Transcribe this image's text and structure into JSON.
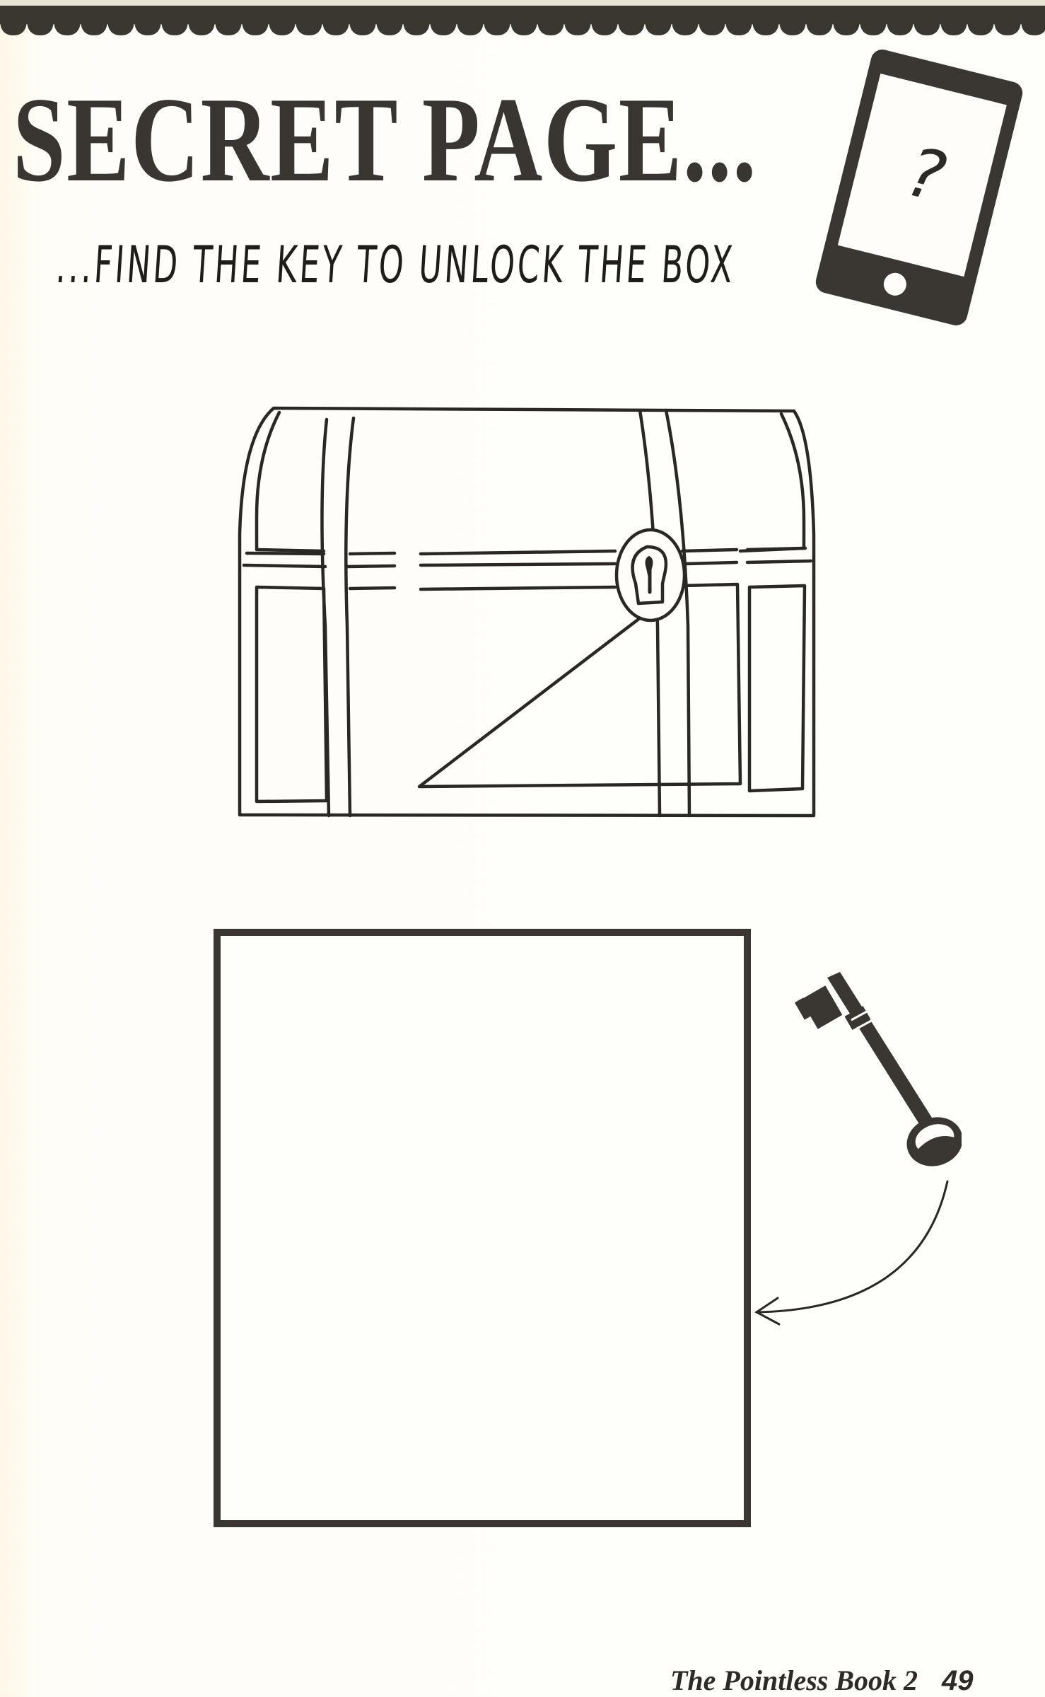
{
  "page": {
    "title": "SECRET PAGE...",
    "subtitle": "...FIND THE KEY TO UNLOCK THE BOX",
    "phone_screen_symbol": "?",
    "footer": {
      "book_title": "The Pointless Book 2",
      "page_number": "49"
    }
  },
  "illustrations": {
    "phone": "phone-icon",
    "treasure_chest": "treasure-chest-icon",
    "keyhole": "keyhole-icon",
    "key": "key-icon",
    "arrow": "curved-arrow-icon",
    "drawing_box": "empty-drawing-box"
  },
  "colors": {
    "ink": "#393531",
    "paper": "#fefdfa",
    "border": "#3a3630"
  }
}
